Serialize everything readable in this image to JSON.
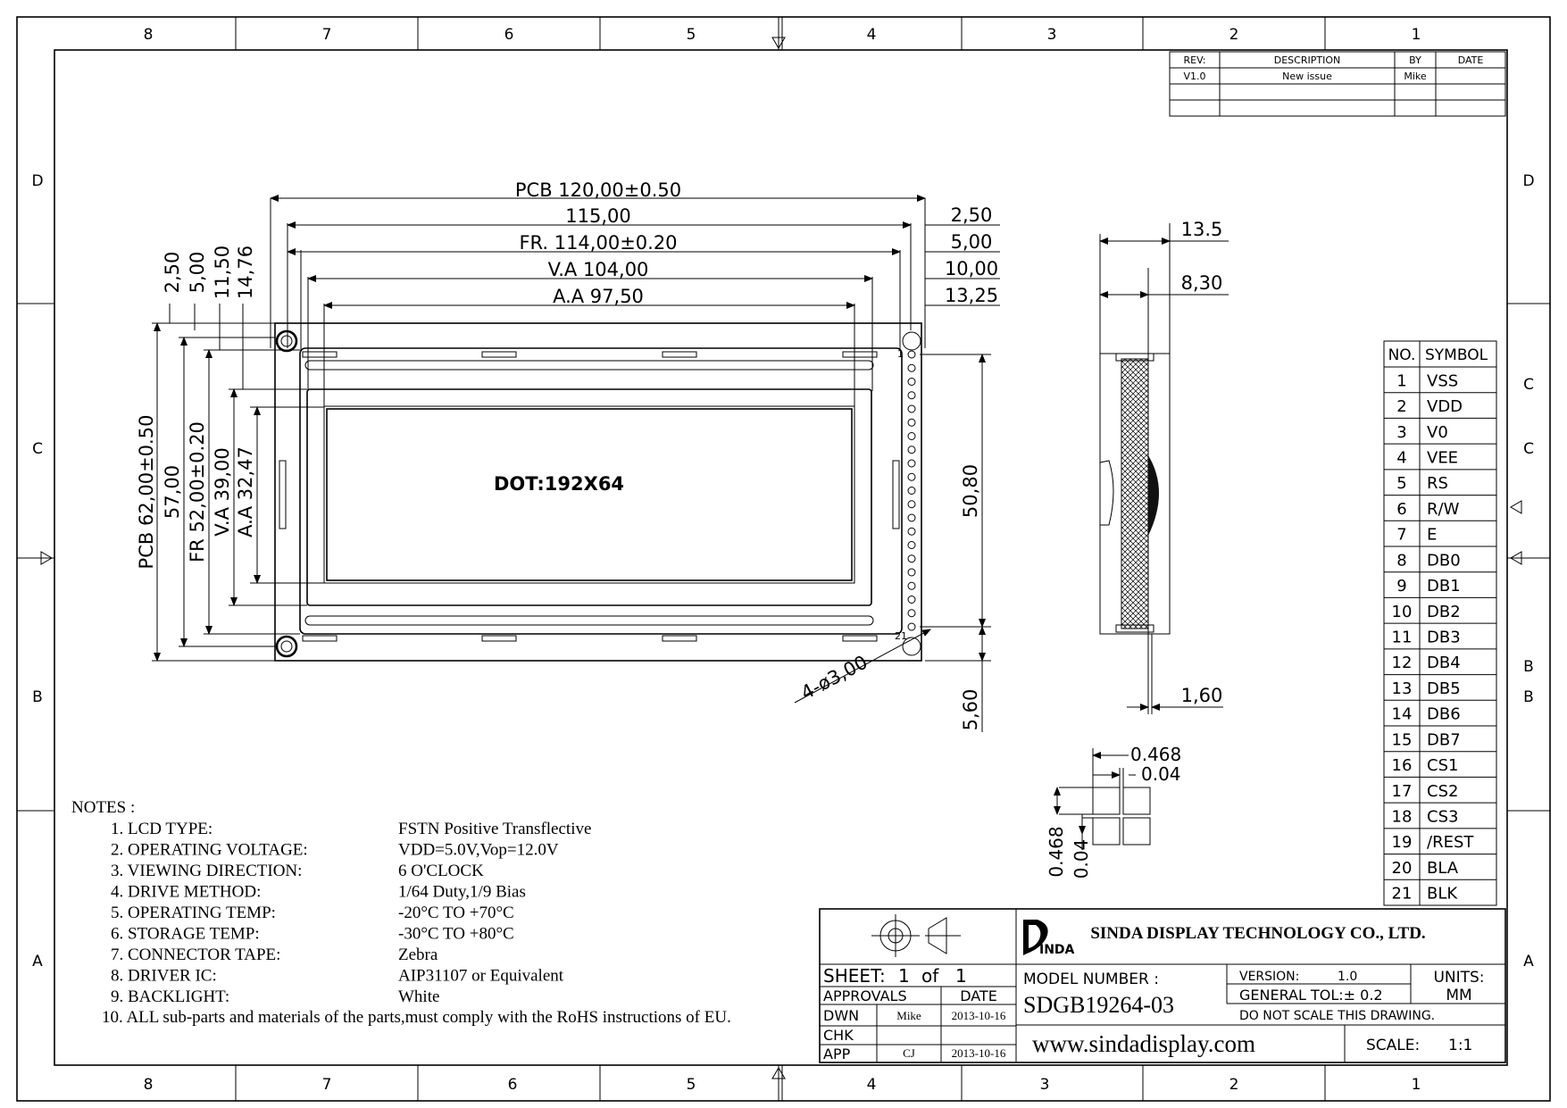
{
  "zones": {
    "columns": [
      "8",
      "7",
      "6",
      "5",
      "4",
      "3",
      "2",
      "1"
    ],
    "rows": [
      "D",
      "C",
      "B",
      "A"
    ],
    "pin_table_row_marks": [
      "C",
      "C",
      "B",
      "B"
    ]
  },
  "revision_table": {
    "headers": {
      "rev": "REV:",
      "description": "DESCRIPTION",
      "by": "BY",
      "date": "DATE"
    },
    "rows": [
      {
        "rev": "V1.0",
        "description": "New  issue",
        "by": "Mike",
        "date": ""
      }
    ]
  },
  "front_view": {
    "dot_label": "DOT:192X64",
    "pin_first": "1",
    "pin_last": "21",
    "dims_horizontal": [
      "PCB  120,00±0.50",
      "115,00",
      "FR.  114,00±0.20",
      "V.A  104,00",
      "A.A  97,50"
    ],
    "dims_right": [
      "2,50",
      "5,00",
      "10,00",
      "13,25"
    ],
    "dims_vertical_left": [
      "2,50",
      "5,00",
      "11,50",
      "14,76"
    ],
    "dims_vertical_body": [
      "PCB  62,00±0.50",
      "57,00",
      "FR  52,00±0.20",
      "V.A  39,00",
      "A.A  32,47"
    ],
    "dim_pin_pitch_span": "50,80",
    "dim_pin_offset": "5,60",
    "hole_callout": "4-ø3,00"
  },
  "side_view": {
    "dim_total": "13.5",
    "dim_module": "8,30",
    "dim_pcb": "1,60"
  },
  "pixel_detail": {
    "dot": "0.468",
    "gap": "0.04"
  },
  "pin_table": {
    "headers": {
      "no": "NO.",
      "symbol": "SYMBOL"
    },
    "rows": [
      {
        "no": "1",
        "symbol": "VSS"
      },
      {
        "no": "2",
        "symbol": "VDD"
      },
      {
        "no": "3",
        "symbol": "V0"
      },
      {
        "no": "4",
        "symbol": "VEE"
      },
      {
        "no": "5",
        "symbol": "RS"
      },
      {
        "no": "6",
        "symbol": "R/W"
      },
      {
        "no": "7",
        "symbol": "E"
      },
      {
        "no": "8",
        "symbol": "DB0"
      },
      {
        "no": "9",
        "symbol": "DB1"
      },
      {
        "no": "10",
        "symbol": "DB2"
      },
      {
        "no": "11",
        "symbol": "DB3"
      },
      {
        "no": "12",
        "symbol": "DB4"
      },
      {
        "no": "13",
        "symbol": "DB5"
      },
      {
        "no": "14",
        "symbol": "DB6"
      },
      {
        "no": "15",
        "symbol": "DB7"
      },
      {
        "no": "16",
        "symbol": "CS1"
      },
      {
        "no": "17",
        "symbol": "CS2"
      },
      {
        "no": "18",
        "symbol": "CS3"
      },
      {
        "no": "19",
        "symbol": "/REST"
      },
      {
        "no": "20",
        "symbol": "BLA"
      },
      {
        "no": "21",
        "symbol": "BLK"
      }
    ]
  },
  "notes": {
    "title": "NOTES :",
    "items": [
      {
        "label": "1. LCD TYPE:",
        "value": "FSTN  Positive Transflective"
      },
      {
        "label": "2. OPERATING VOLTAGE:",
        "value": "VDD=5.0V,Vop=12.0V"
      },
      {
        "label": "3. VIEWING DIRECTION:",
        "value": "6 O'CLOCK"
      },
      {
        "label": "4. DRIVE METHOD:",
        "value": "1/64 Duty,1/9 Bias"
      },
      {
        "label": "5. OPERATING TEMP:",
        "value": "-20°C TO +70°C"
      },
      {
        "label": "6. STORAGE TEMP:",
        "value": "-30°C TO +80°C"
      },
      {
        "label": "7. CONNECTOR TAPE:",
        "value": "Zebra"
      },
      {
        "label": "8. DRIVER IC:",
        "value": "AIP31107 or Equivalent"
      },
      {
        "label": "9. BACKLIGHT:",
        "value": "White"
      }
    ],
    "final": "10. ALL sub-parts and materials of the parts,must comply with the RoHS instructions of EU."
  },
  "title_block": {
    "logo_text": "INDA",
    "company": "SINDA DISPLAY  TECHNOLOGY  CO., LTD.",
    "sheet": {
      "label": "SHEET:",
      "value": "1",
      "of": "of",
      "total": "1"
    },
    "approvals": {
      "header": "APPROVALS",
      "date_header": "DATE",
      "rows": [
        {
          "role": "DWN",
          "name": "Mike",
          "date": "2013-10-16"
        },
        {
          "role": "CHK",
          "name": "",
          "date": ""
        },
        {
          "role": "APP",
          "name": "CJ",
          "date": "2013-10-16"
        }
      ]
    },
    "model_label": "MODEL  NUMBER  :",
    "model_number": "SDGB19264-03",
    "version_label": "VERSION:",
    "version": "1.0",
    "units_label": "UNITS:",
    "units": "MM",
    "tolerance": "GENERAL  TOL:± 0.2",
    "no_scale": "DO  NOT  SCALE  THIS  DRAWING.",
    "website": "www.sindadisplay.com",
    "scale_label": "SCALE:",
    "scale": "1:1"
  }
}
